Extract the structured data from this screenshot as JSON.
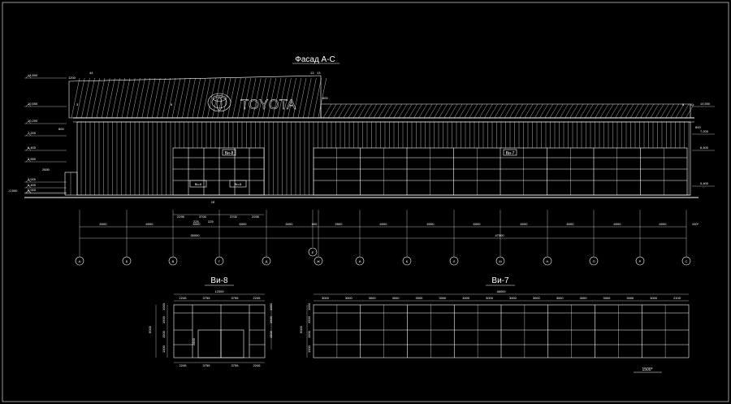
{
  "facade": {
    "title": "Фасад А-С",
    "brand_text": "TOYOTA",
    "brand_logo": "toyota-emblem",
    "panel_label_left": "Ви-8",
    "panel_label_right": "Ви-7",
    "window_mark_1": "Ви-8",
    "window_mark_2": "Ви-8",
    "door_mark": "1б",
    "elevations_left": [
      "14,500",
      "10,550",
      "10,200",
      "7,200",
      "6,400",
      "3,550",
      "3,000",
      "0,400",
      "0,000",
      "-0,500"
    ],
    "elevations_right": [
      "14,500",
      "7,200",
      "6,400",
      "0,400"
    ],
    "side_dims_left": [
      "1200",
      "600",
      "2650"
    ],
    "side_dims_right": [
      "600",
      "600"
    ],
    "top_marks": [
      "44",
      "13",
      "13",
      "3",
      "8",
      "8",
      "10"
    ],
    "under_dims": [
      "2295",
      "3700",
      "3700",
      "2295",
      "225",
      "225"
    ]
  },
  "grid": {
    "dims_row1": [
      "6000",
      "6000",
      "6000",
      "6000",
      "6000",
      "600",
      "5500",
      "6000",
      "6000",
      "6000",
      "6000",
      "6000",
      "6000",
      "6000",
      "100*"
    ],
    "total_left": "30000",
    "total_right": "47500",
    "axes": [
      "А",
      "Б",
      "В",
      "Г",
      "Д",
      "Е",
      "Ж",
      "И",
      "К",
      "Л",
      "М",
      "Н",
      "П",
      "Р",
      "С"
    ]
  },
  "panel_vi8": {
    "title": "Ви-8",
    "width_total": "12000",
    "top_dims": [
      "2245",
      "3755",
      "3755",
      "2245"
    ],
    "bottom_dims": [
      "2245",
      "3755",
      "3755",
      "2245"
    ],
    "height_total": "6000",
    "left_dims": [
      "1000",
      "1500",
      "1500",
      "1000"
    ],
    "right_dims": [
      "1000",
      "1500",
      "1500"
    ],
    "door_height": "2800"
  },
  "panel_vi7": {
    "title": "Ви-7",
    "width_total": "48000",
    "top_dims": [
      "3000",
      "3000",
      "3000",
      "3000",
      "3000",
      "3000",
      "3000",
      "3000",
      "3000",
      "3000",
      "3000",
      "3000",
      "3000",
      "3000",
      "3000",
      "2100"
    ],
    "height_total": "6000",
    "left_dims": [
      "1000",
      "1500",
      "1500",
      "1000"
    ]
  },
  "scale_note": "1500*"
}
